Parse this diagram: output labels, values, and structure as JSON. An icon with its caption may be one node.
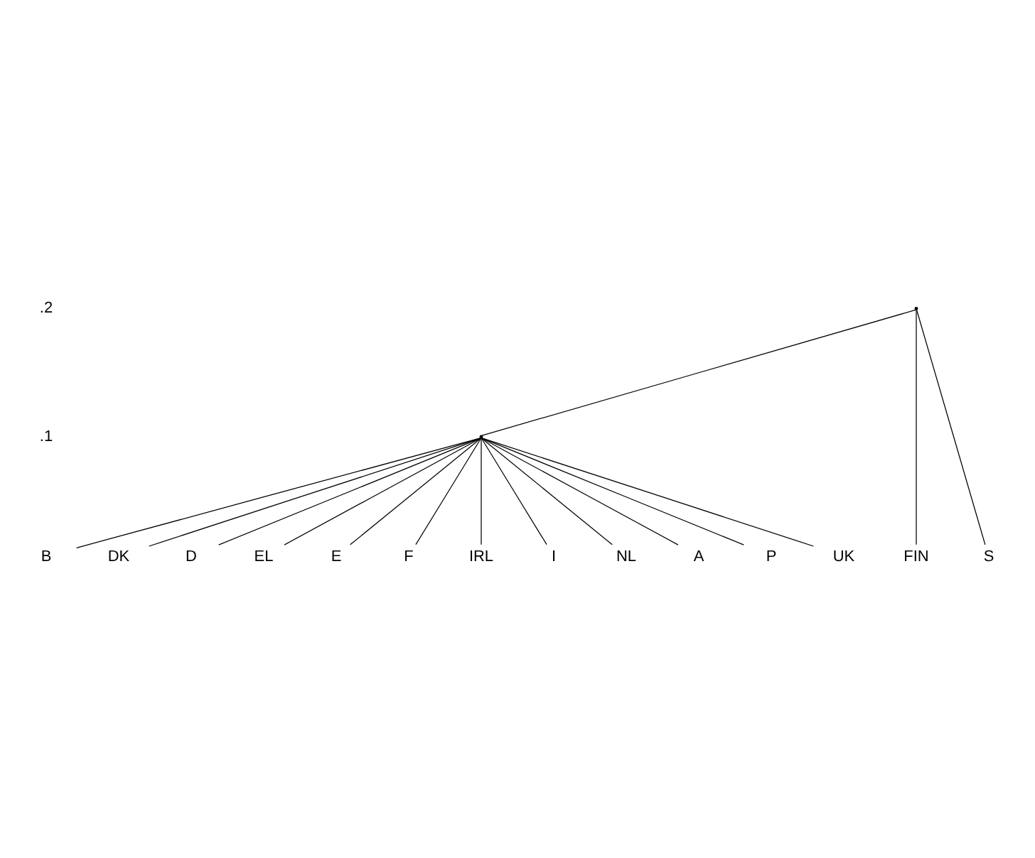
{
  "diagram": {
    "nodes": [
      {
        "text": [],
        "shape": "point"
      },
      {
        "text": [],
        "shape": "point"
      },
      {
        "text": [
          "B"
        ]
      },
      {
        "text": [
          "DK"
        ]
      },
      {
        "text": [
          "D"
        ]
      },
      {
        "text": [
          "EL"
        ]
      },
      {
        "text": [
          "E"
        ]
      },
      {
        "text": [
          "F"
        ]
      },
      {
        "text": [
          "IRL"
        ]
      },
      {
        "text": [
          "I"
        ]
      },
      {
        "text": [
          "NL"
        ]
      },
      {
        "text": [
          "A"
        ]
      },
      {
        "text": [
          "P"
        ]
      },
      {
        "text": [
          "UK"
        ]
      },
      {
        "text": [
          "FIN"
        ]
      },
      {
        "text": [
          "S"
        ]
      }
    ],
    "edges": [
      {
        "from": 0,
        "to": 1,
        "arrow": "none"
      },
      {
        "from": 1,
        "to": 2,
        "arrow": "none"
      },
      {
        "from": 1,
        "to": 3,
        "arrow": "none"
      },
      {
        "from": 1,
        "to": 4,
        "arrow": "none"
      },
      {
        "from": 1,
        "to": 5,
        "arrow": "none"
      },
      {
        "from": 1,
        "to": 6,
        "arrow": "none"
      },
      {
        "from": 1,
        "to": 7,
        "arrow": "none"
      },
      {
        "from": 1,
        "to": 8,
        "arrow": "none"
      },
      {
        "from": 1,
        "to": 9,
        "arrow": "none"
      },
      {
        "from": 1,
        "to": 10,
        "arrow": "none"
      },
      {
        "from": 1,
        "to": 11,
        "arrow": "none"
      },
      {
        "from": 1,
        "to": 12,
        "arrow": "none"
      },
      {
        "from": 1,
        "to": 13,
        "arrow": "none"
      },
      {
        "from": 0,
        "to": 14,
        "arrow": "none"
      },
      {
        "from": 0,
        "to": 15,
        "arrow": "none"
      }
    ],
    "labels": [
      ".2",
      ".1"
    ]
  }
}
